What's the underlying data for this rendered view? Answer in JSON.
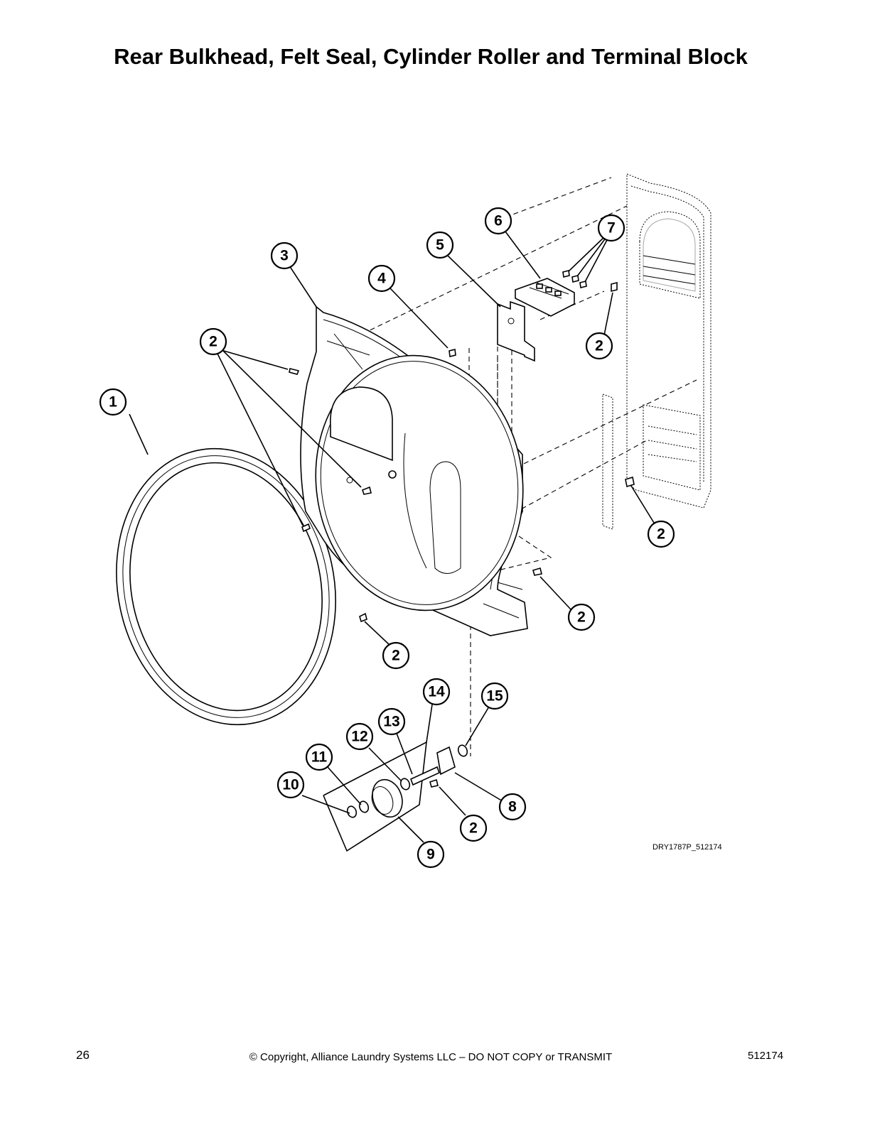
{
  "title": "Rear Bulkhead, Felt Seal, Cylinder Roller and Terminal Block",
  "drawing_code": "DRY1787P_512174",
  "footer": {
    "page_number": "26",
    "copyright": "© Copyright, Alliance Laundry Systems LLC – DO NOT COPY or TRANSMIT",
    "doc_number": "512174"
  },
  "callouts": [
    "1",
    "2",
    "3",
    "4",
    "5",
    "6",
    "7",
    "8",
    "9",
    "10",
    "11",
    "12",
    "13",
    "14",
    "15"
  ]
}
